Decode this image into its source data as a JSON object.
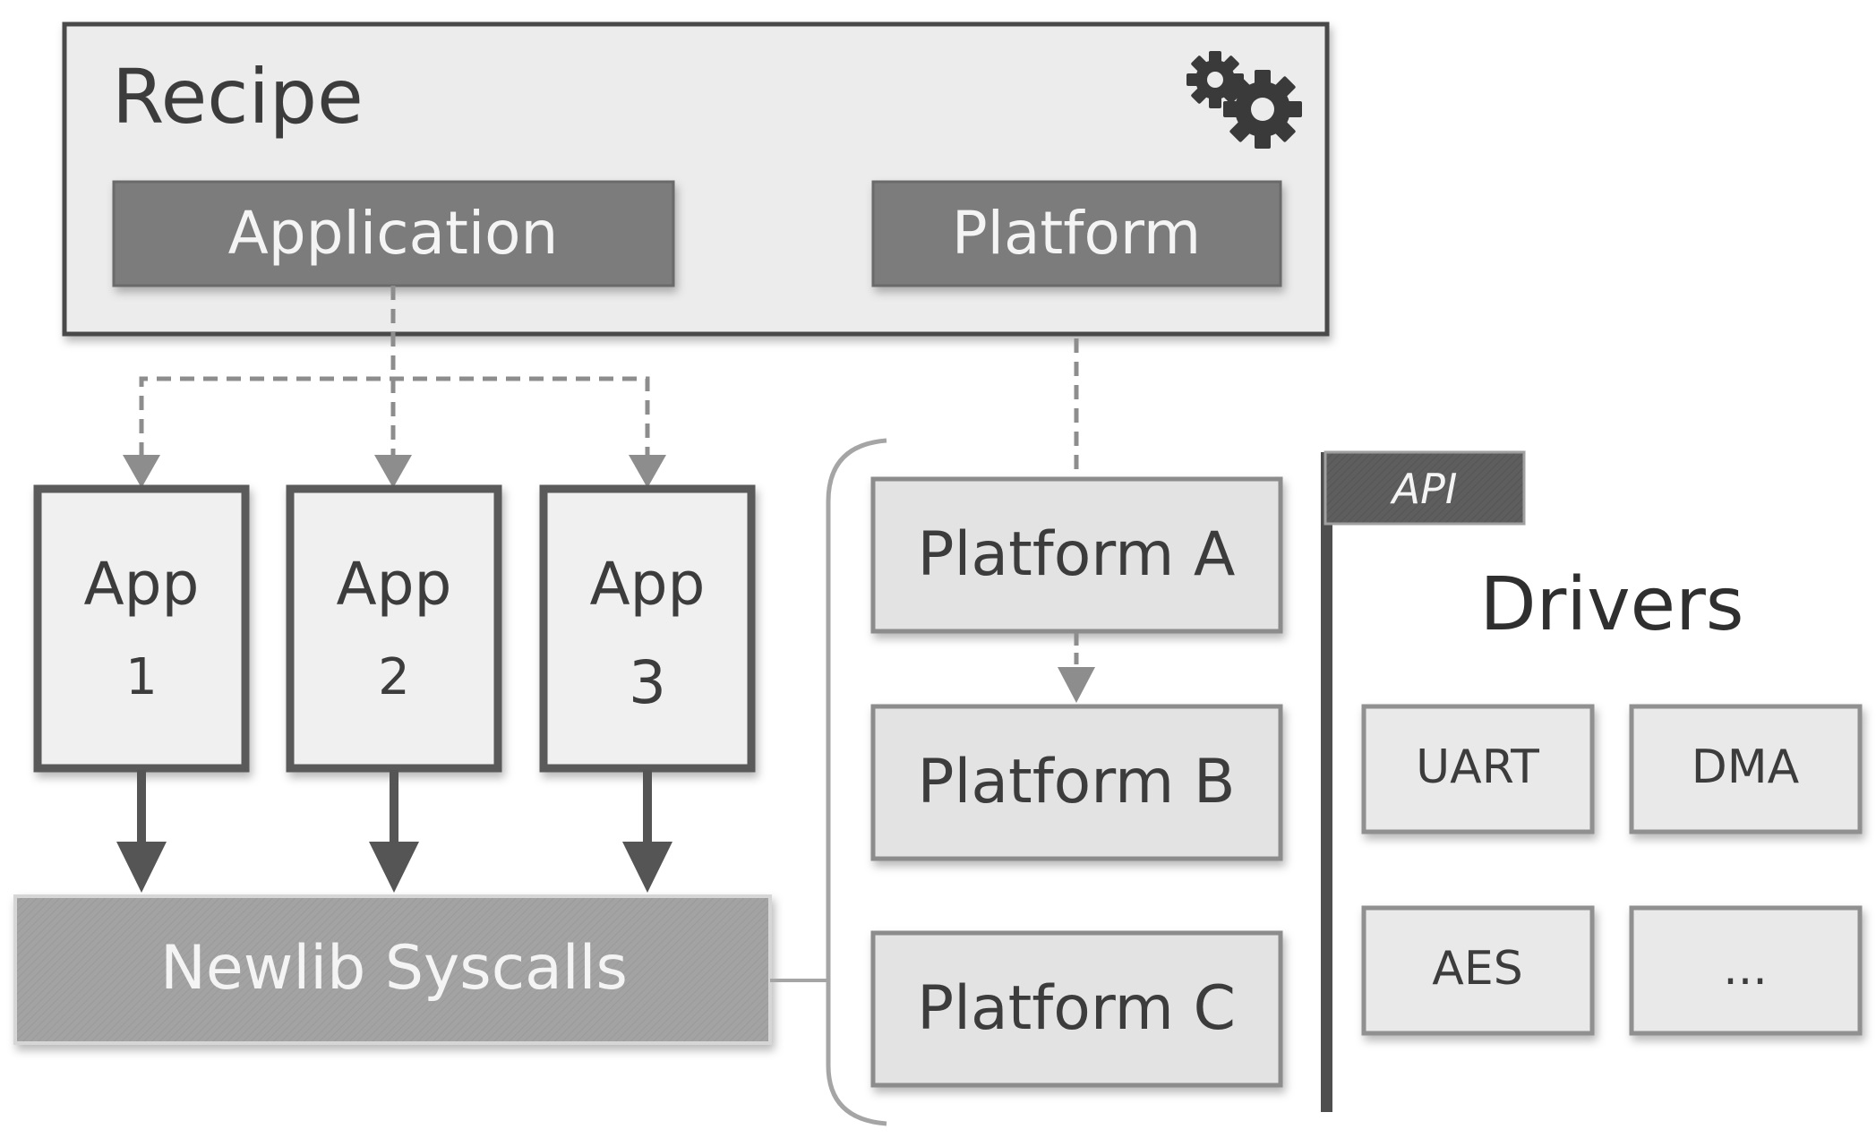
{
  "recipe": {
    "title": "Recipe",
    "icon": "gears-icon",
    "application_label": "Application",
    "platform_label": "Platform"
  },
  "apps": [
    {
      "name": "App",
      "number": "1"
    },
    {
      "name": "App",
      "number": "2"
    },
    {
      "name": "App",
      "number": "3"
    }
  ],
  "newlib": {
    "label": "Newlib Syscalls"
  },
  "platforms": [
    {
      "label": "Platform A"
    },
    {
      "label": "Platform B"
    },
    {
      "label": "Platform C"
    }
  ],
  "api": {
    "label": "API"
  },
  "drivers": {
    "title": "Drivers",
    "items": [
      {
        "label": "UART"
      },
      {
        "label": "DMA"
      },
      {
        "label": "AES"
      },
      {
        "label": "..."
      }
    ]
  },
  "colors": {
    "recipe_fill": "#ececec",
    "recipe_border": "#4a4a4a",
    "dark_box": "#7b7b7b",
    "app_fill": "#f0f0f0",
    "app_border": "#5a5a5a",
    "platform_fill": "#e3e3e3",
    "platform_border": "#8c8c8c",
    "newlib_fill": "#a3a3a3",
    "api_fill": "#5e5e5e",
    "driver_fill": "#e9e9e9",
    "driver_border": "#909090",
    "dashed": "#8d8d8d",
    "solid_arrow": "#555555",
    "text_dark": "#3c3c3c",
    "text_light": "#f4f4f4"
  }
}
